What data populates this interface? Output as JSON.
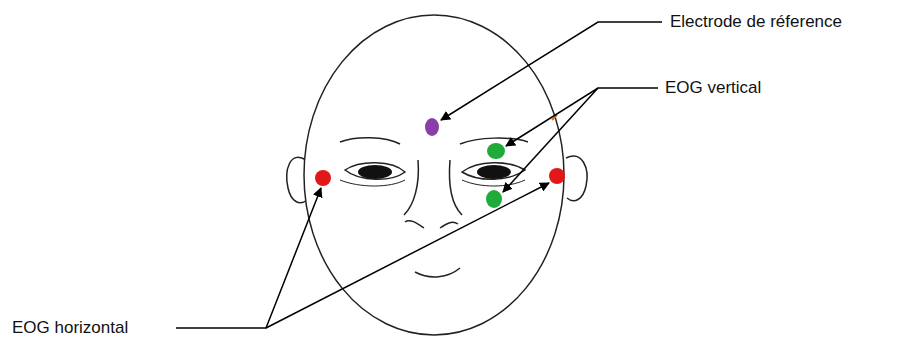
{
  "diagram": {
    "labels": [
      "Electrode de réference",
      "EOG vertical",
      "EOG horizontal"
    ]
  }
}
